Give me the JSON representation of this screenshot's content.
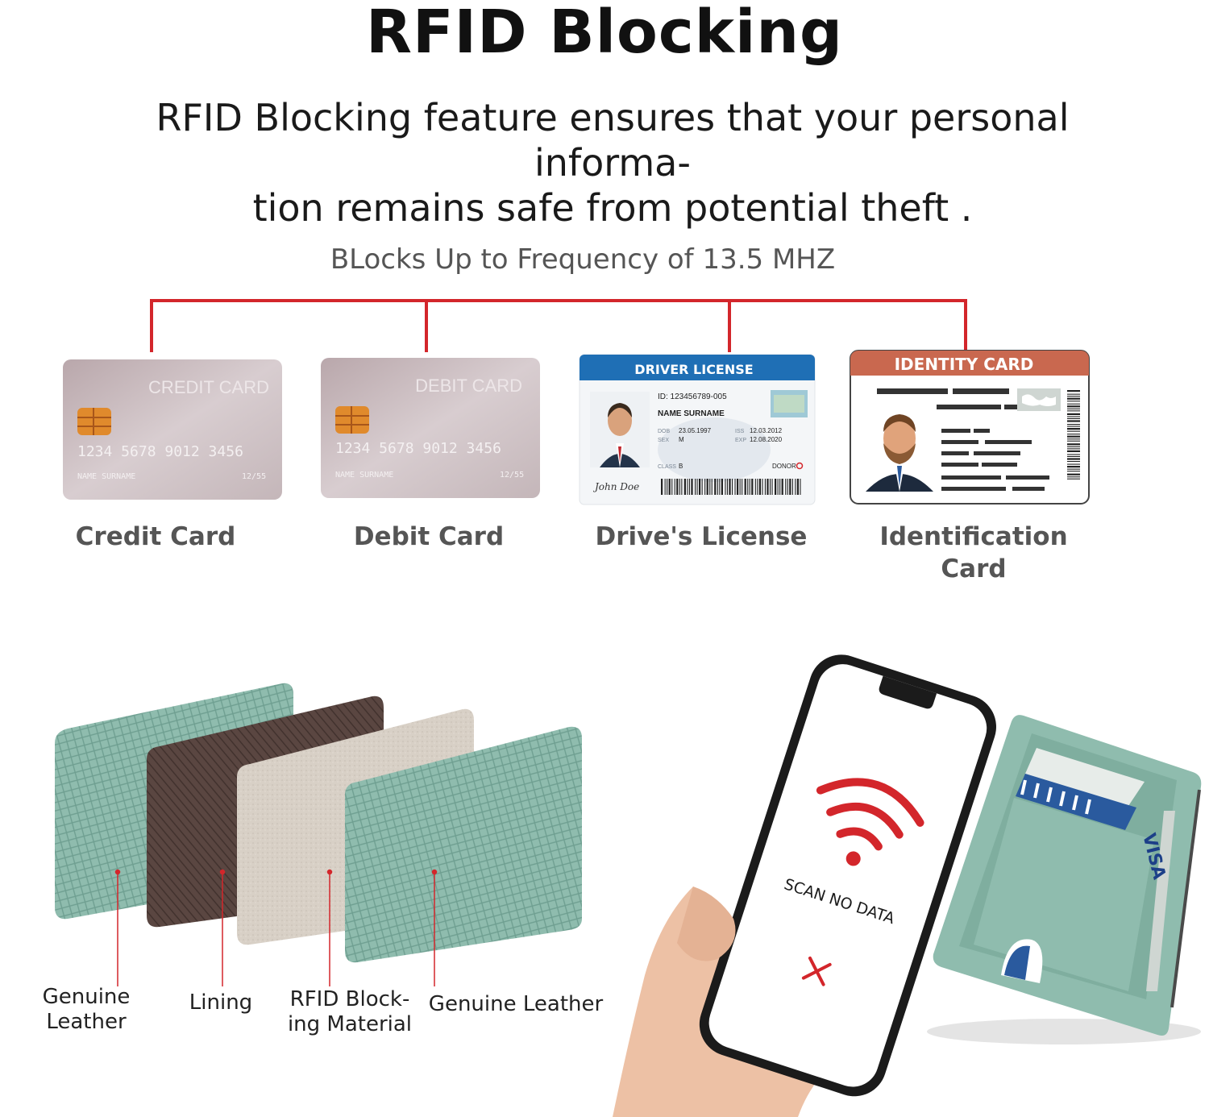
{
  "header": {
    "title": "RFID Blocking",
    "description_line1": "RFID Blocking feature ensures that your personal informa-",
    "description_line2": "tion remains safe from potential theft ."
  },
  "frequency": {
    "text": "BLocks Up to Frequency of 13.5 MHZ"
  },
  "cards": [
    {
      "label": "Credit Card",
      "face_title": "CREDIT CARD",
      "number": "1234 5678 9012 3456",
      "holder": "NAME SURNAME",
      "expiry": "12/55"
    },
    {
      "label": "Debit Card",
      "face_title": "DEBIT CARD",
      "number": "1234 5678 9012 3456",
      "holder": "NAME SURNAME",
      "expiry": "12/55"
    },
    {
      "label": "Drive's License",
      "face_title": "DRIVER LICENSE",
      "id": "ID: 123456789-005",
      "name": "NAME SURNAME",
      "dob_label": "DOB",
      "dob": "23.05.1997",
      "sex_label": "SEX",
      "sex": "M",
      "iss_label": "ISS",
      "iss": "12.03.2012",
      "exp_label": "EXP",
      "exp": "12.08.2020",
      "class_label": "CLASS",
      "class": "B",
      "donor": "DONOR",
      "signature": "John Doe"
    },
    {
      "label": "Identification Card",
      "face_title": "IDENTITY CARD"
    }
  ],
  "layers": [
    {
      "label": "Genuine Leather"
    },
    {
      "label": "Lining"
    },
    {
      "label_line1": "RFID Block-",
      "label_line2": "ing Material"
    },
    {
      "label": "Genuine Leather"
    }
  ],
  "phone": {
    "screen_text": "SCAN NO DATA",
    "wallet_brand": "VISA"
  },
  "colors": {
    "accent_red": "#d3262b",
    "leather_green": "#8fbcae",
    "lining_brown": "#5a4641",
    "rfid_beige": "#d8d0c6",
    "license_blue": "#1f6fb5",
    "identity_header": "#c9684f"
  }
}
